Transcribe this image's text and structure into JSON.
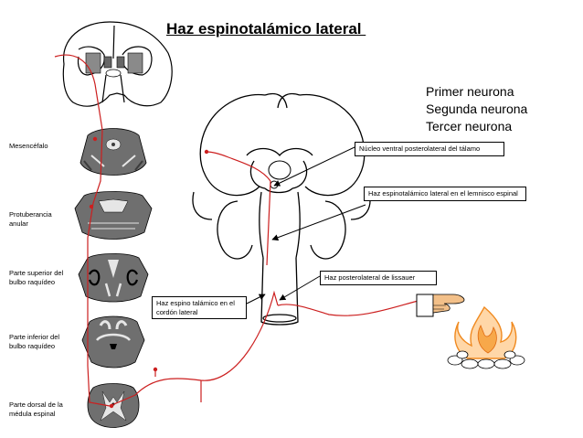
{
  "title": "Haz espinotalámico lateral ",
  "legend": [
    "Primer neurona",
    "Segunda neurona",
    "Tercer neurona"
  ],
  "levels": [
    "Mesencéfalo",
    "Protuberancia anular",
    "Parte superior del bulbo raquídeo",
    "Parte inferior del bulbo raquídeo",
    "Parte dorsal de la médula espinal"
  ],
  "callouts": {
    "thalamus_nucleus": "Núcleo ventral posterolateral del tálamo",
    "lemniscus_tract": "Haz espinotalámico lateral en el lemnisco espinal",
    "lissauer_tract": "Haz posterolateral de lissauer",
    "lateral_cord_tract": "Haz espino talámico en el cordón lateral"
  },
  "colors": {
    "pathway": "#cc1f1f",
    "outline": "#000000",
    "section_fill": "#6f6f6f",
    "section_dark": "#3c3c3c"
  },
  "icons": [
    "pointing-hand-icon",
    "fire-icon"
  ]
}
